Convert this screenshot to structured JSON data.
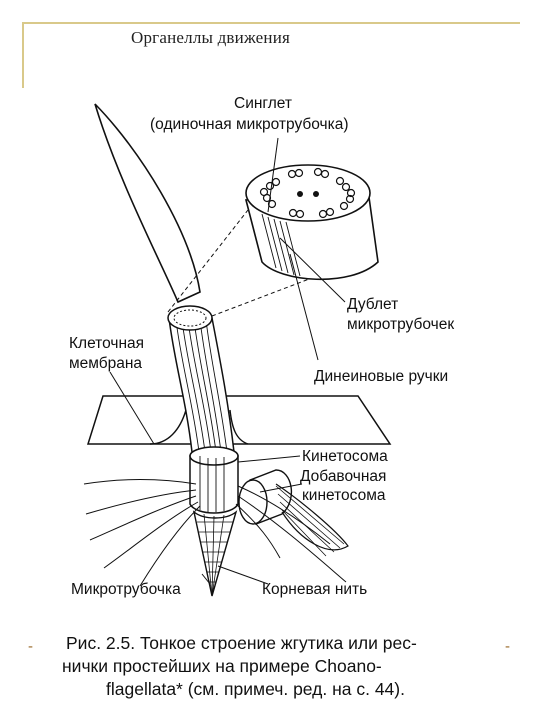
{
  "slide": {
    "title": "Органеллы движения"
  },
  "labels": {
    "singlet_line1": "Синглет",
    "singlet_line2": "(одиночная микротрубочка)",
    "doublet_line1": "Дублет",
    "doublet_line2": "микротрубочек",
    "membrane_line1": "Клеточная",
    "membrane_line2": "мембрана",
    "dynein": "Динеиновые ручки",
    "kinetosome": "Кинетосома",
    "accessory_line1": "Добавочная",
    "accessory_line2": "кинетосома",
    "microtubule": "Микротрубочка",
    "root_fiber": "Корневая нить"
  },
  "caption": {
    "line1": "Рис. 2.5. Тонкое строение жгутика или рес-",
    "line2": "нички простейших на примере Choano-",
    "line3": "flagellata* (см. примеч. ред. на с. 44)."
  },
  "bullets": {
    "left": "-",
    "right": "-"
  },
  "colors": {
    "frame": "#d9c98a",
    "ink": "#111111"
  }
}
